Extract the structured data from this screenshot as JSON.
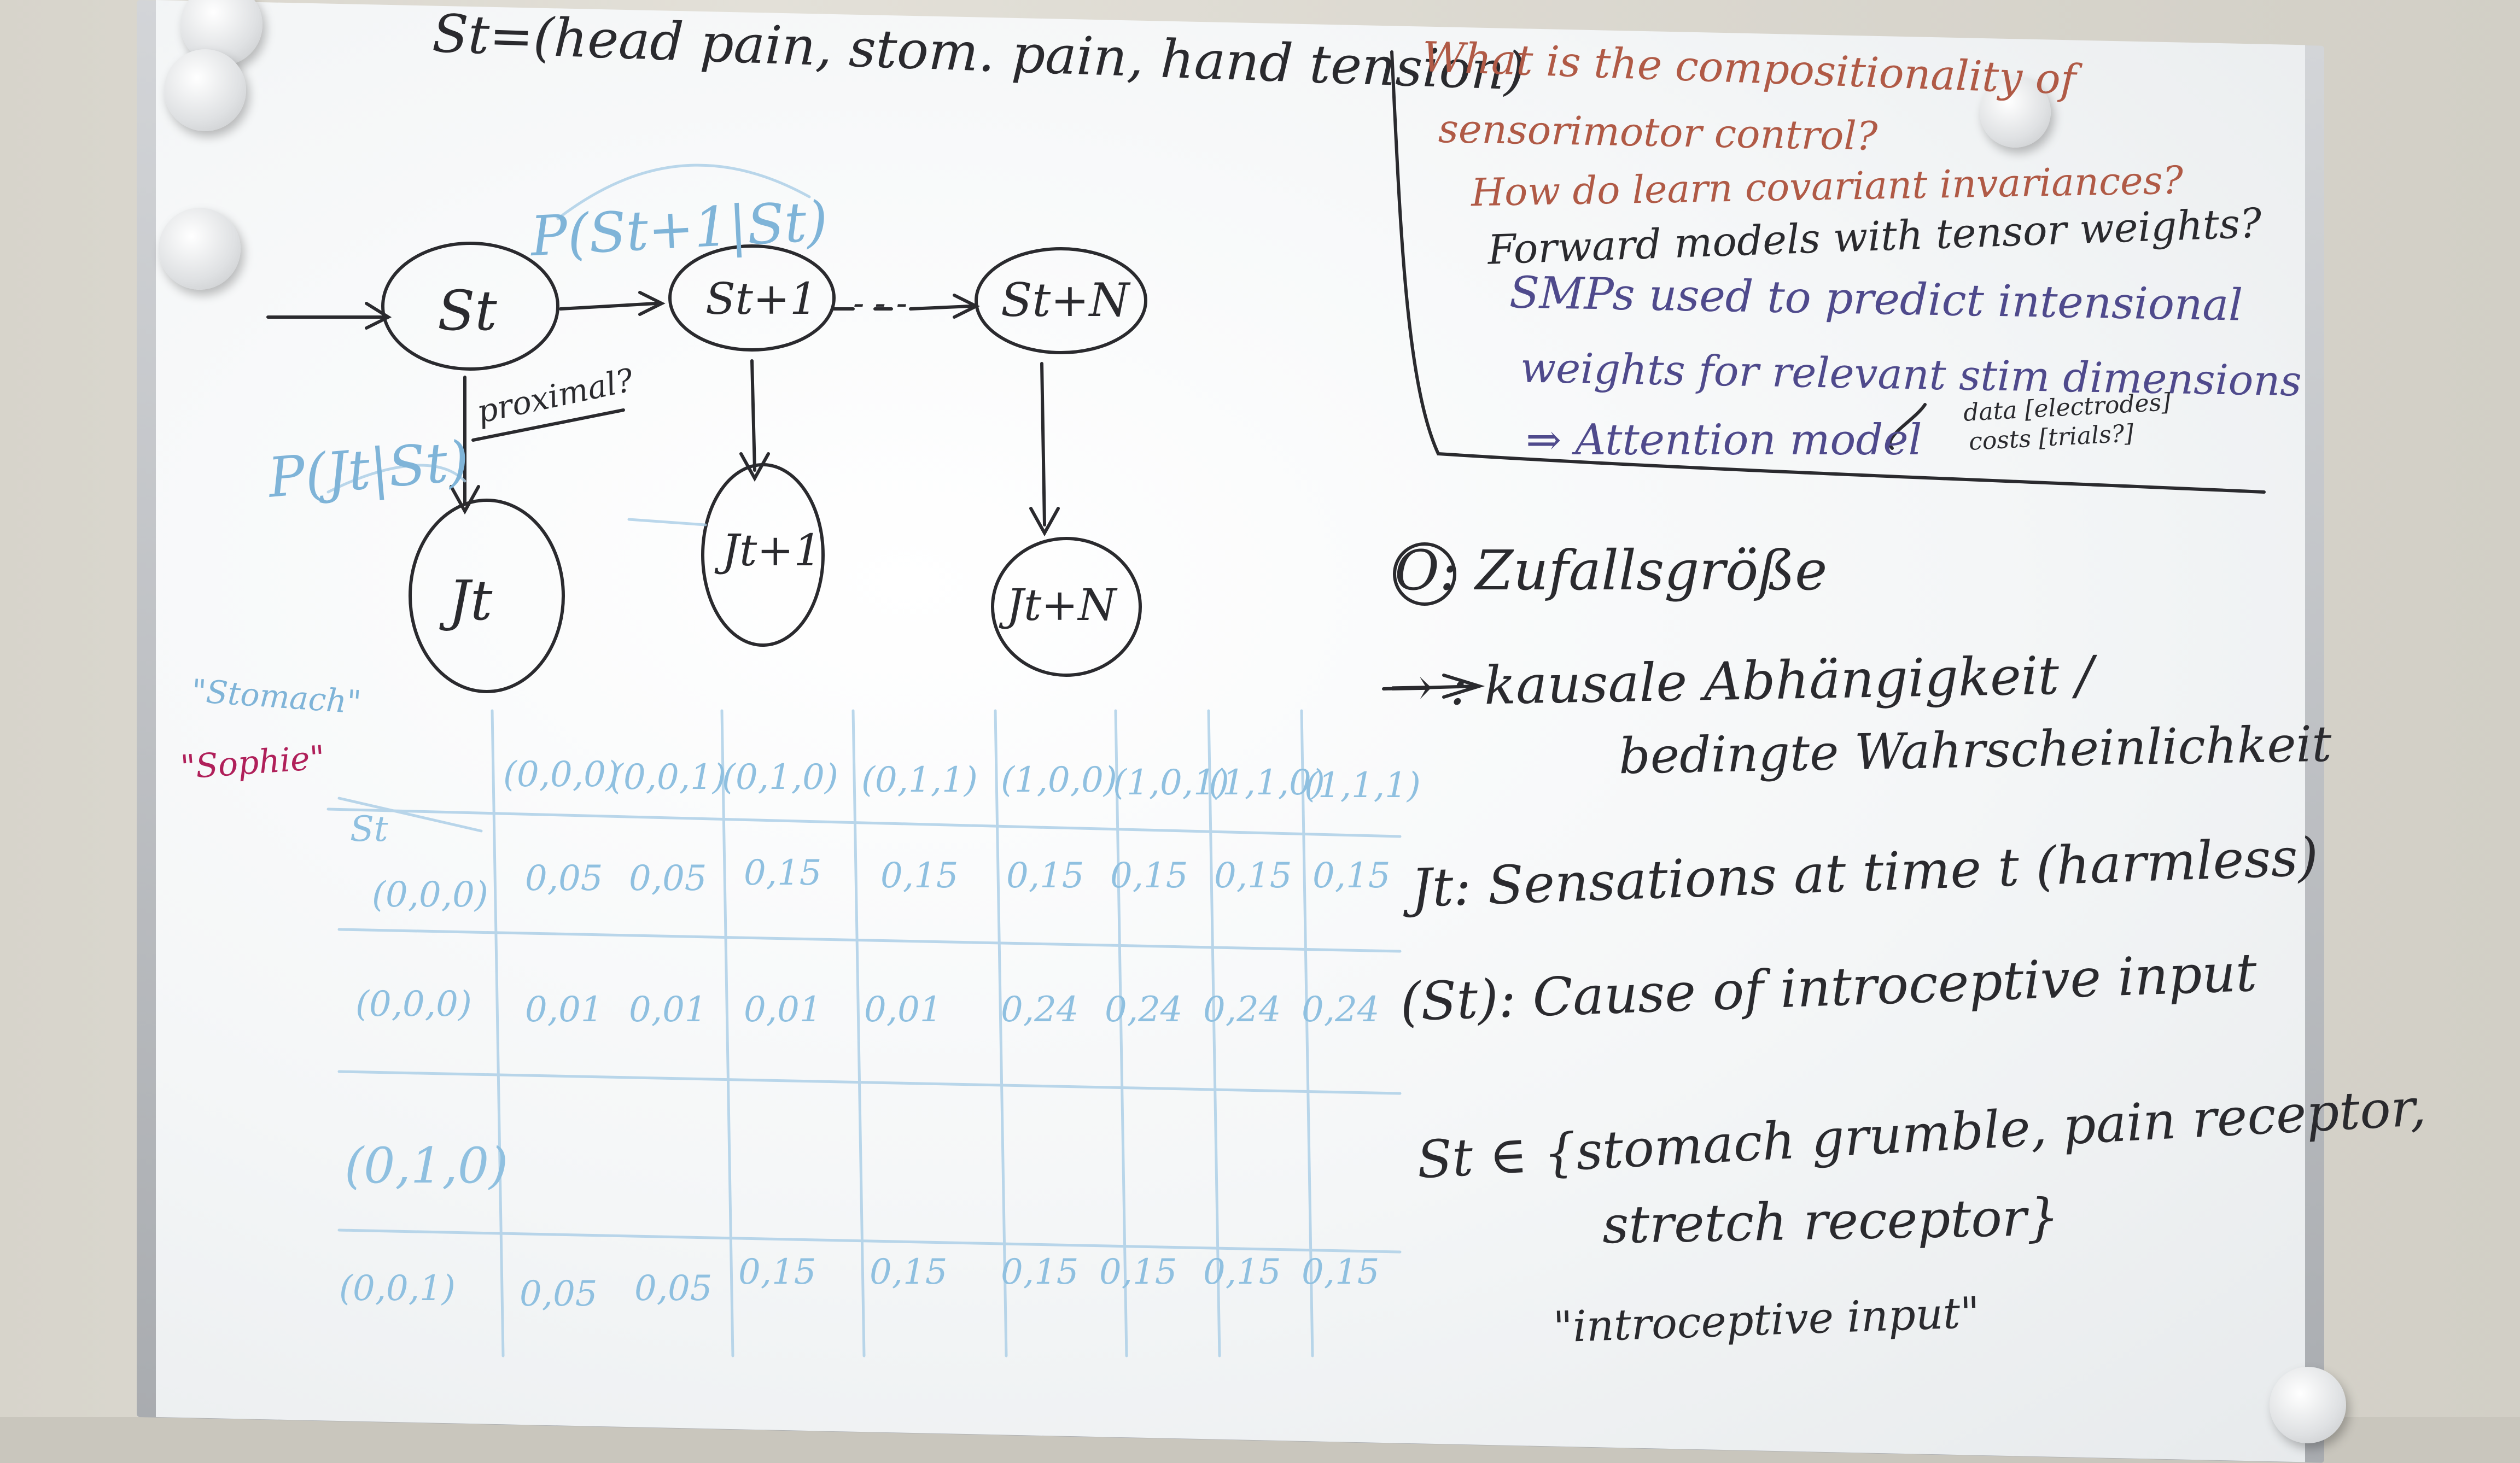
{
  "header": {
    "state_definition": "St=(head pain, stom. pain, hand tension)"
  },
  "questions_box": {
    "line1": "What is the compositionality of",
    "line2": "sensorimotor control?",
    "line3": "How do learn covariant invariances?",
    "line4": "Forward models with tensor weights?",
    "line5": "SMPs used to predict intensional",
    "line6": "weights for relevant stim dimensions",
    "line7": "⇒ Attention model",
    "note1": "data [electrodes]",
    "note2": "costs [trials?]"
  },
  "diagram": {
    "nodes_top": [
      "St",
      "St+1",
      "St+N"
    ],
    "nodes_bottom": [
      "Jt",
      "Jt+1",
      "Jt+N"
    ],
    "transition_label": "P(St+1|St)",
    "emission_label": "P(Jt|St)",
    "edge_note": "proximal?",
    "dots": "- - -"
  },
  "legend": {
    "circle_meaning": "O: Zufallsgröße",
    "arrow_meaning_1": "→ : kausale Abhängigkeit /",
    "arrow_meaning_2": "bedingte Wahrscheinlichkeit",
    "j_meaning": "Jt: Sensations at time t (harmless)",
    "s_meaning": "(St): Cause of introceptive input",
    "set_def_1": "St ∈ {stomach grumble, pain receptor,",
    "set_def_2": "stretch receptor}",
    "quote": "\"introceptive input\""
  },
  "side_notes": {
    "stomach": "\"Stomach\"",
    "sophie": "\"Sophie\""
  },
  "table": {
    "corner": "St",
    "columns": [
      "(0,0,0)",
      "(0,0,1)",
      "(0,1,0)",
      "(0,1,1)",
      "(1,0,0)",
      "(1,0,1)",
      "(1,1,0)",
      "(1,1,1)"
    ],
    "rows": [
      {
        "label": "(0,0,0)",
        "values": [
          "0,05",
          "0,05",
          "0,15",
          "0,15",
          "0,15",
          "0,15",
          "0,15",
          "0,15"
        ]
      },
      {
        "label": "(0,0,0)",
        "values": [
          "0,01",
          "0,01",
          "0,01",
          "0,01",
          "0,24",
          "0,24",
          "0,24",
          "0,24"
        ]
      },
      {
        "label": "(0,1,0)",
        "values": [
          "",
          "",
          "",
          "",
          "",
          "",
          "",
          ""
        ]
      },
      {
        "label": "(0,0,1)",
        "values": [
          "0,05",
          "0,05",
          "0,15",
          "0,15",
          "0,15",
          "0,15",
          "0,15",
          "0,15"
        ]
      }
    ]
  },
  "colors": {
    "board": "#f6f7f8",
    "frame": "#b8bbbf",
    "black_marker": "#2a2a2e",
    "red_marker": "#b05a46",
    "purple_marker": "#4f4a8c",
    "faded_blue": "#7fb4d8",
    "magenta": "#b0205a"
  }
}
